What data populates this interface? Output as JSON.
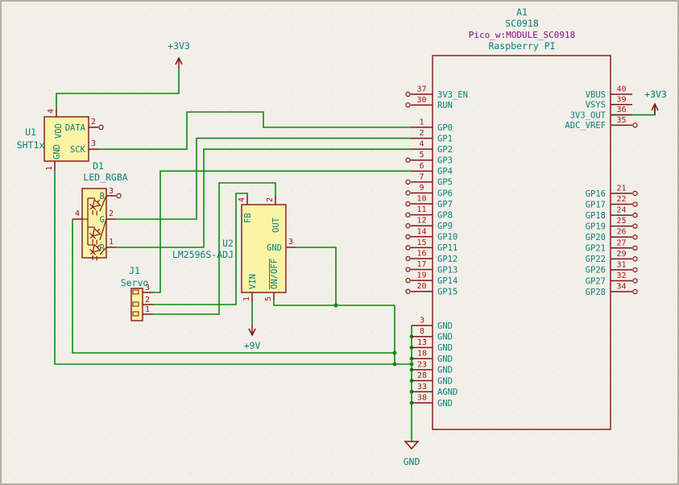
{
  "power": {
    "p3v3_left": "+3V3",
    "p3v3_right": "+3V3",
    "p9v": "+9V",
    "gnd": "GND"
  },
  "u1": {
    "ref": "U1",
    "value": "SHT1x",
    "pins": {
      "vdd": {
        "num": "4",
        "name": "VDD"
      },
      "data": {
        "num": "2",
        "name": "DATA"
      },
      "sck": {
        "num": "3",
        "name": "SCK"
      },
      "gnd": {
        "num": "1",
        "name": "GND"
      }
    }
  },
  "d1": {
    "ref": "D1",
    "value": "LED_RGBA",
    "pins": {
      "b": {
        "num": "3",
        "name": "B"
      },
      "g": {
        "num": "2",
        "name": "G"
      },
      "r": {
        "num": "1",
        "name": "R"
      },
      "common": {
        "num": "4"
      }
    }
  },
  "j1": {
    "ref": "J1",
    "value": "Servo",
    "pin3": "3",
    "pin2": "2",
    "pin1": "1"
  },
  "u2": {
    "ref": "U2",
    "value": "LM2596S-ADJ",
    "pins": {
      "fb": {
        "num": "4",
        "name": "FB"
      },
      "out": {
        "num": "2",
        "name": "OUT"
      },
      "gnd": {
        "num": "3",
        "name": "GND"
      },
      "vin": {
        "num": "1",
        "name": "VIN"
      },
      "onoff": {
        "num": "5",
        "name": "ON/OFF"
      }
    }
  },
  "module": {
    "ref": "A1",
    "value": "SC0918",
    "footprint": "Pico_w:MODULE_SC0918",
    "description": "Raspberry PI",
    "left_top": [
      {
        "num": "37",
        "name": "3V3_EN",
        "conn": "nc"
      },
      {
        "num": "30",
        "name": "RUN",
        "conn": "nc"
      }
    ],
    "left_gpio": [
      {
        "num": "1",
        "name": "GP0",
        "conn": "wire"
      },
      {
        "num": "2",
        "name": "GP1",
        "conn": "wire"
      },
      {
        "num": "4",
        "name": "GP2",
        "conn": "wire"
      },
      {
        "num": "5",
        "name": "GP3",
        "conn": "nc"
      },
      {
        "num": "6",
        "name": "GP4",
        "conn": "wire"
      },
      {
        "num": "7",
        "name": "GP5",
        "conn": "nc"
      },
      {
        "num": "9",
        "name": "GP6",
        "conn": "nc"
      },
      {
        "num": "10",
        "name": "GP7",
        "conn": "nc"
      },
      {
        "num": "11",
        "name": "GP8",
        "conn": "nc"
      },
      {
        "num": "12",
        "name": "GP9",
        "conn": "nc"
      },
      {
        "num": "14",
        "name": "GP10",
        "conn": "nc"
      },
      {
        "num": "15",
        "name": "GP11",
        "conn": "nc"
      },
      {
        "num": "16",
        "name": "GP12",
        "conn": "nc"
      },
      {
        "num": "17",
        "name": "GP13",
        "conn": "nc"
      },
      {
        "num": "19",
        "name": "GP14",
        "conn": "nc"
      },
      {
        "num": "20",
        "name": "GP15",
        "conn": "nc"
      }
    ],
    "left_gnd": [
      {
        "num": "3",
        "name": "GND",
        "conn": "wire"
      },
      {
        "num": "8",
        "name": "GND",
        "conn": "wire"
      },
      {
        "num": "13",
        "name": "GND",
        "conn": "wire"
      },
      {
        "num": "18",
        "name": "GND",
        "conn": "wire"
      },
      {
        "num": "23",
        "name": "GND",
        "conn": "wire"
      },
      {
        "num": "28",
        "name": "GND",
        "conn": "wire"
      },
      {
        "num": "33",
        "name": "AGND",
        "conn": "wire"
      },
      {
        "num": "38",
        "name": "GND",
        "conn": "wire"
      }
    ],
    "right_top": [
      {
        "num": "40",
        "name": "VBUS",
        "conn": "none"
      },
      {
        "num": "39",
        "name": "VSYS",
        "conn": "none"
      },
      {
        "num": "36",
        "name": "3V3_OUT",
        "conn": "wire"
      },
      {
        "num": "35",
        "name": "ADC_VREF",
        "conn": "nc"
      }
    ],
    "right_gpio": [
      {
        "num": "21",
        "name": "GP16",
        "conn": "nc"
      },
      {
        "num": "22",
        "name": "GP17",
        "conn": "nc"
      },
      {
        "num": "24",
        "name": "GP18",
        "conn": "nc"
      },
      {
        "num": "25",
        "name": "GP19",
        "conn": "nc"
      },
      {
        "num": "26",
        "name": "GP20",
        "conn": "nc"
      },
      {
        "num": "27",
        "name": "GP21",
        "conn": "nc"
      },
      {
        "num": "29",
        "name": "GP22",
        "conn": "nc"
      },
      {
        "num": "31",
        "name": "GP26",
        "conn": "nc"
      },
      {
        "num": "32",
        "name": "GP27",
        "conn": "nc"
      },
      {
        "num": "34",
        "name": "GP28",
        "conn": "nc"
      }
    ]
  }
}
